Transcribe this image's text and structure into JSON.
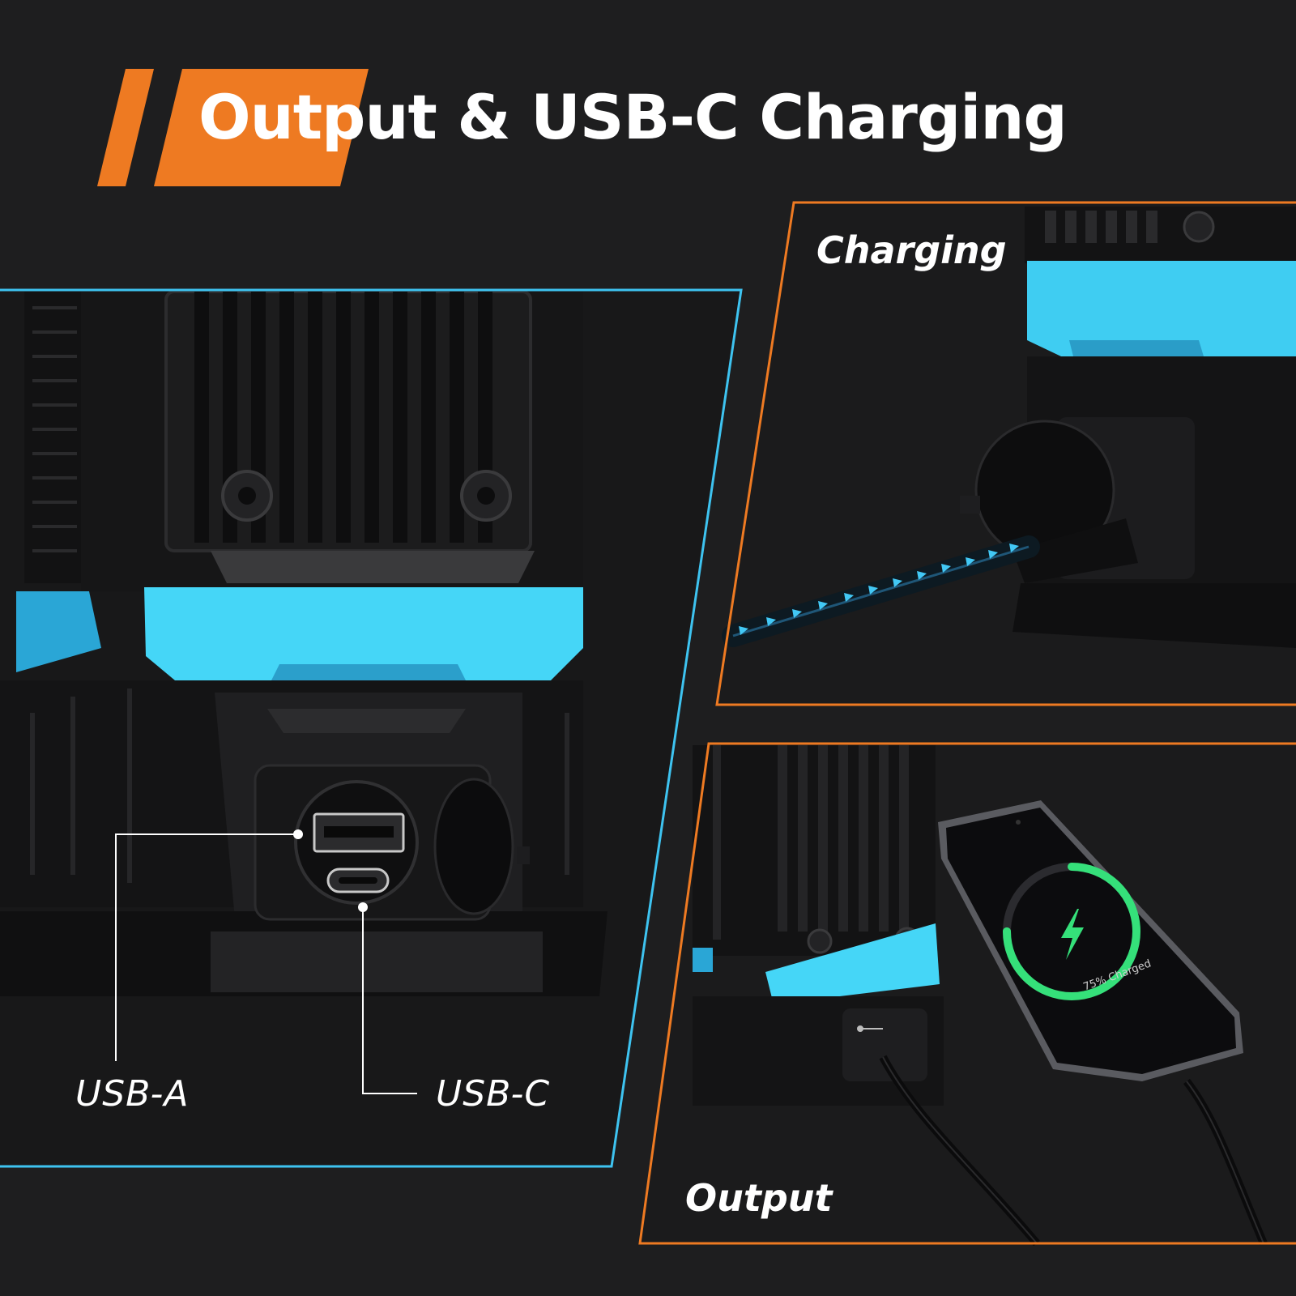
{
  "title": "Output & USB-C Charging",
  "panels": {
    "main": {
      "ports": {
        "usb_a": "USB-A",
        "usb_c": "USB-C"
      }
    },
    "charging": {
      "label": "Charging"
    },
    "output": {
      "label": "Output",
      "phone": {
        "status": "75% Charged",
        "charge_percent": 75
      }
    }
  },
  "colors": {
    "background": "#1e1e1f",
    "accent_orange": "#ee7a22",
    "accent_blue": "#3ec3f0",
    "device_black": "#151516"
  },
  "icons": [
    "lightning-bolt-icon",
    "usb-symbol-icon"
  ]
}
